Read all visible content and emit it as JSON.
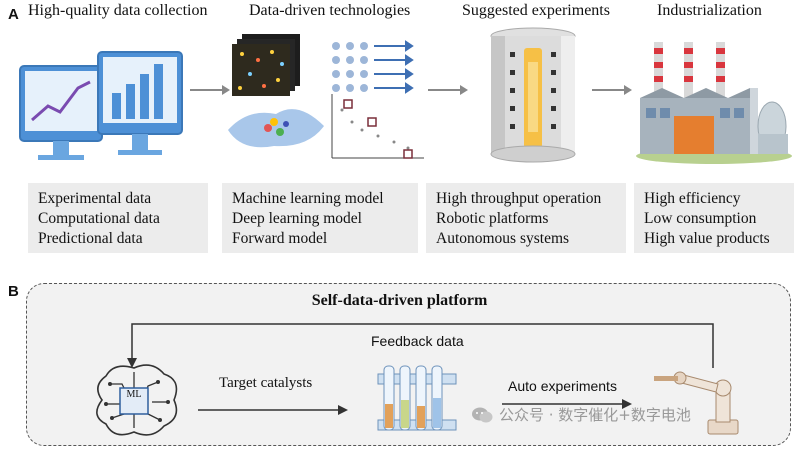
{
  "panel_a": {
    "label": "A",
    "stages": [
      {
        "heading": "High-quality data collection",
        "items": [
          "Experimental data",
          "Computational data",
          "Predictional data"
        ]
      },
      {
        "heading": "Data-driven technologies",
        "items": [
          "Machine learning model",
          "Deep learning model",
          "Forward model"
        ]
      },
      {
        "heading": "Suggested experiments",
        "items": [
          "High throughput operation",
          "Robotic platforms",
          "Autonomous systems"
        ]
      },
      {
        "heading": "Industrialization",
        "items": [
          "High efficiency",
          "Low consumption",
          "High value products"
        ]
      }
    ]
  },
  "panel_b": {
    "label": "B",
    "title": "Self-data-driven platform",
    "feedback_label": "Feedback data",
    "target_label": "Target catalysts",
    "auto_label": "Auto experiments",
    "ml_label": "ML"
  },
  "watermark": "公众号 · 数字催化+数字电池"
}
